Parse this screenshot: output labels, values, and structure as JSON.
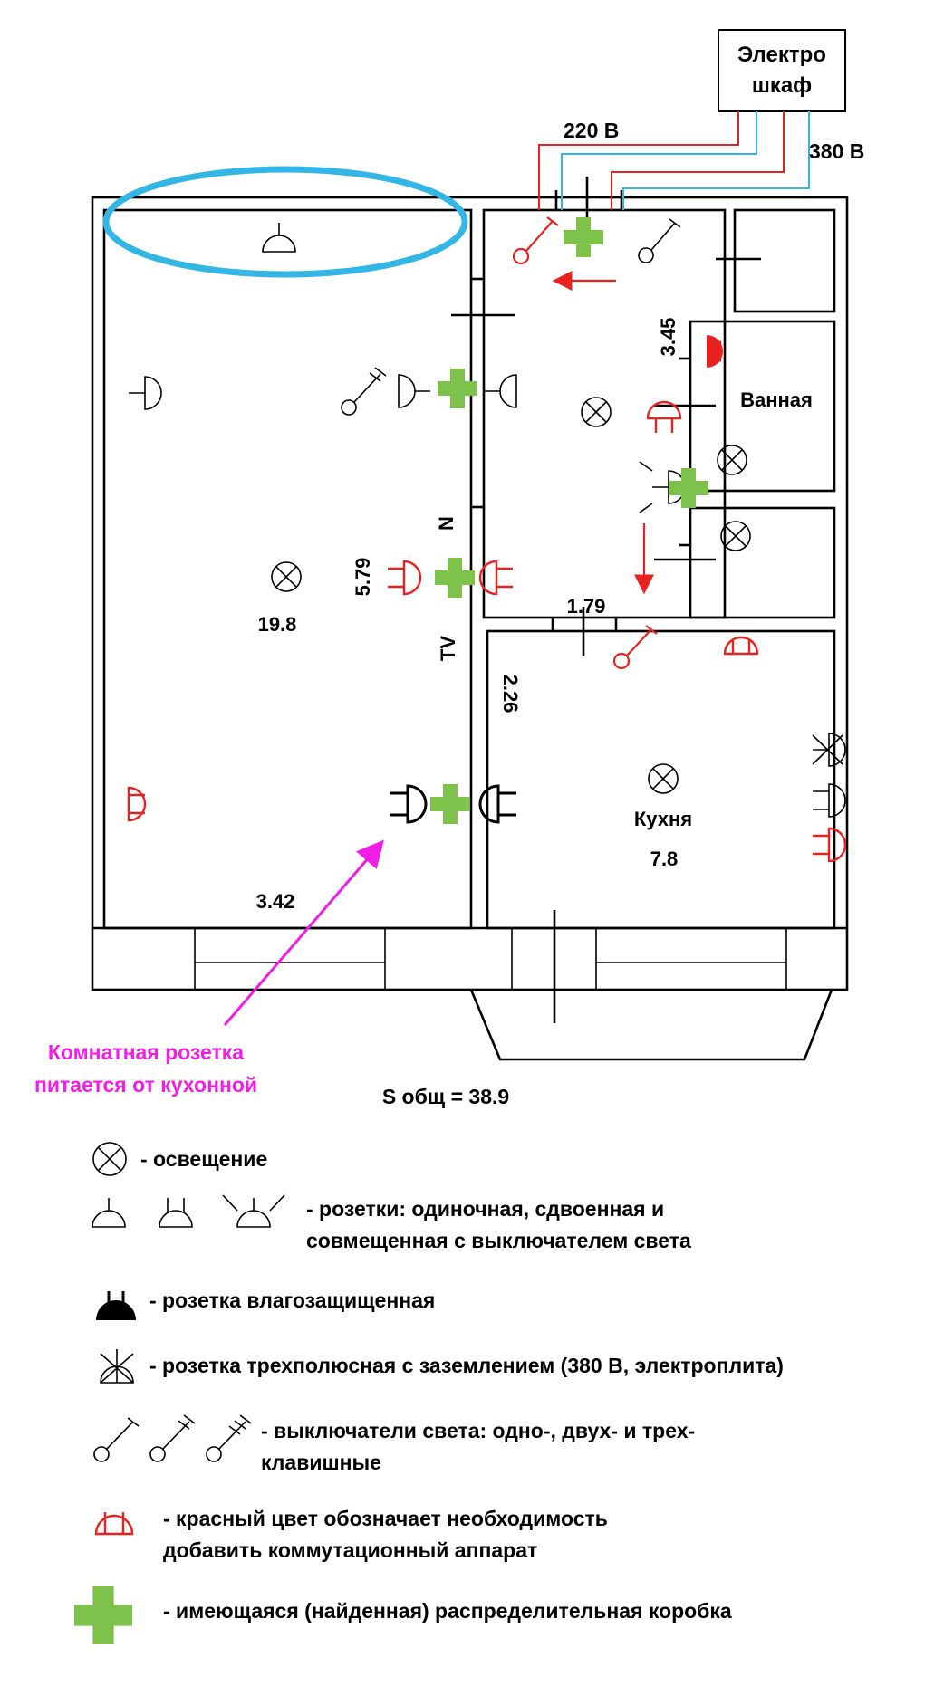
{
  "panel": {
    "line1": "Электро",
    "line2": "шкаф",
    "v220": "220 В",
    "v380": "380 В"
  },
  "rooms": {
    "living": {
      "area": "19.8",
      "width": "3.42",
      "height": "5.79"
    },
    "hall": {
      "height": "3.45",
      "width": "1.79"
    },
    "bath": {
      "name": "Ванная"
    },
    "kitchen": {
      "name": "Кухня",
      "area": "7.8",
      "height": "2.26"
    }
  },
  "wall_labels": {
    "n": "N",
    "tv": "TV"
  },
  "total_area": "S общ = 38.9",
  "note": {
    "line1": "Комнатная розетка",
    "line2": "питается от кухонной"
  },
  "legend": {
    "light": "- освещение",
    "sockets_1": "- розетки: одиночная, сдвоенная и",
    "sockets_2": "совмещенная с выключателем света",
    "waterproof": "- розетка влагозащищенная",
    "three_pole": "- розетка трехполюсная с заземлением (380 В, электроплита)",
    "switches_1": "- выключатели света: одно-, двух- и трех-",
    "switches_2": "клавишные",
    "red_1": "- красный цвет обозначает необходимость",
    "red_2": "добавить коммутационный аппарат",
    "box": "- имеющаяся (найденная) распределительная коробка"
  },
  "colors": {
    "red": "#e8231f",
    "blue": "#33b6e6",
    "green": "#7dc24a",
    "magenta": "#f01ee6",
    "black": "#000000"
  }
}
